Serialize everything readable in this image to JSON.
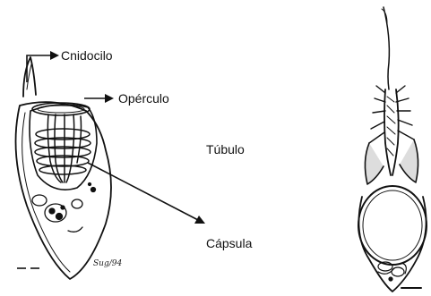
{
  "labels": {
    "cnidocilo": "Cnidocilo",
    "operculo": "Opérculo",
    "tubulo": "Túbulo",
    "capsula": "Cápsula"
  },
  "signature": "Sug/94",
  "colors": {
    "ink": "#111111",
    "background": "#ffffff"
  }
}
